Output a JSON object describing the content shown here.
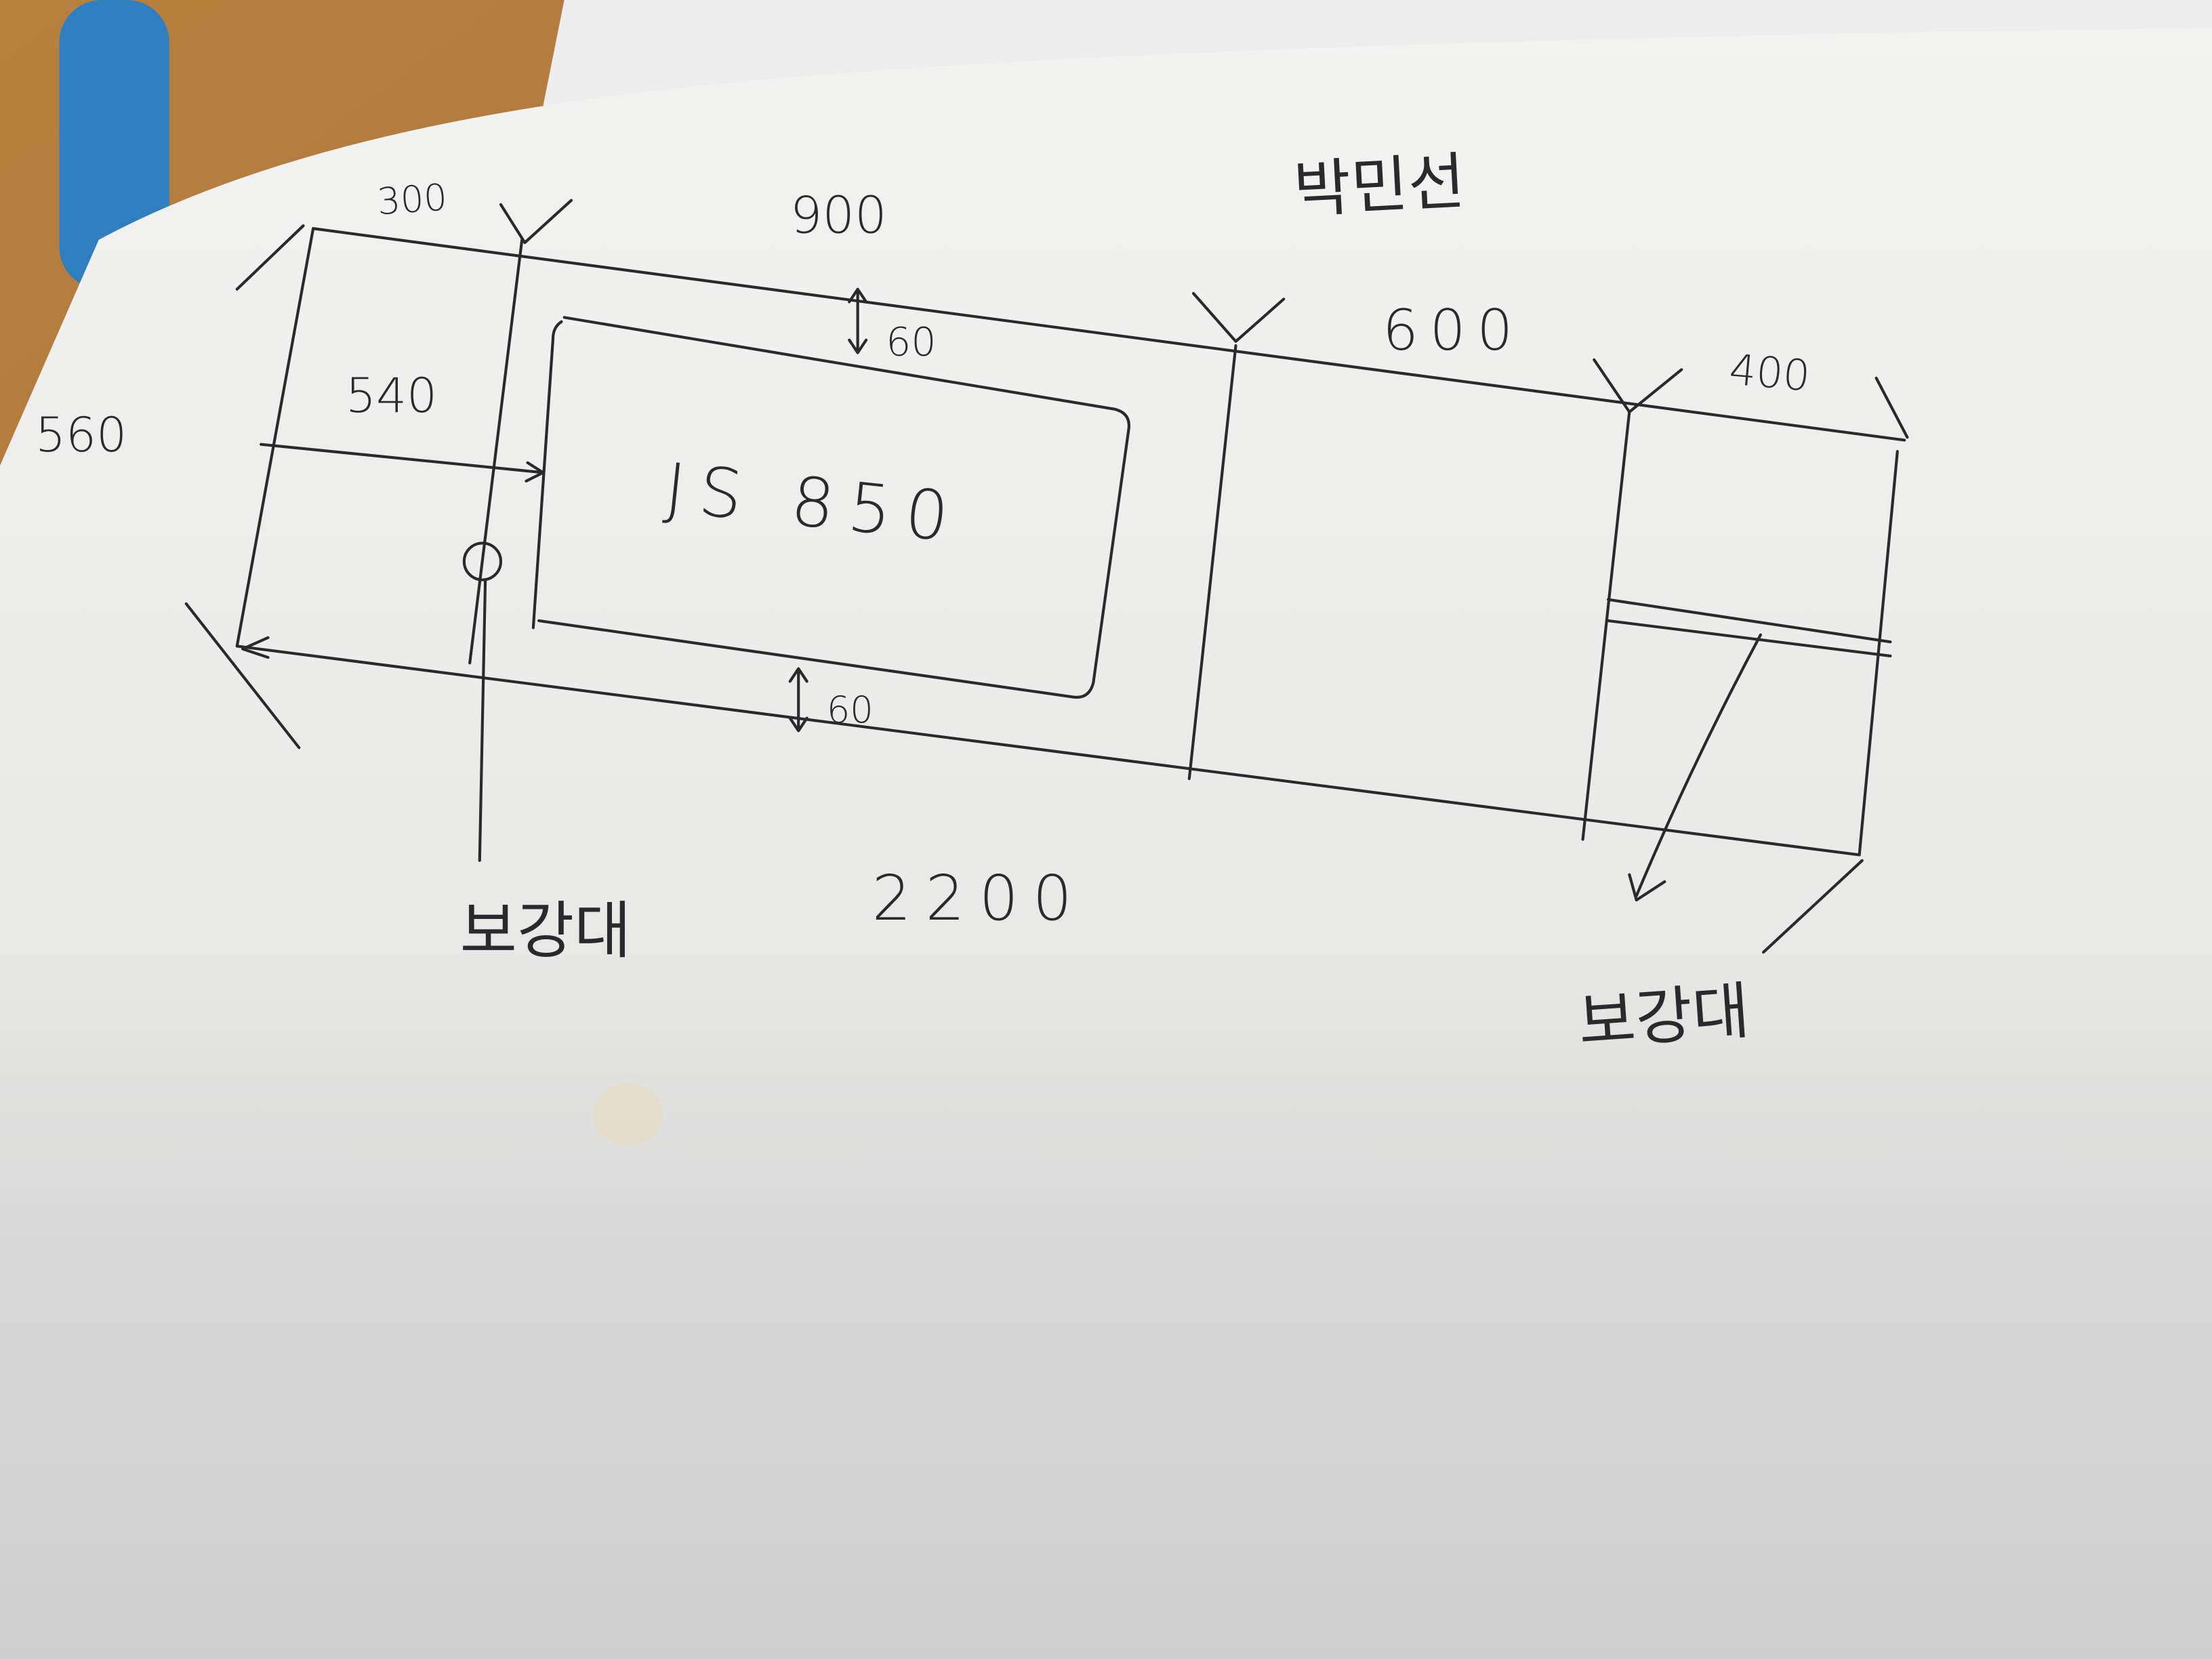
{
  "sketch": {
    "author_name": "박민선",
    "total_width": "2200",
    "depth": "560",
    "segments": [
      "300",
      "900",
      "600",
      "400"
    ],
    "sink_offset": "540",
    "sink_margin_top": "60",
    "sink_margin_bottom": "60",
    "sink_model": "JS 850",
    "reinforcement_left": "보강대",
    "reinforcement_right": "보강대"
  },
  "colors": {
    "paper": "#f2f2f0",
    "ink": "#2a2a2e",
    "desk": "#b07a3c",
    "tube": "#2f7fc0"
  }
}
